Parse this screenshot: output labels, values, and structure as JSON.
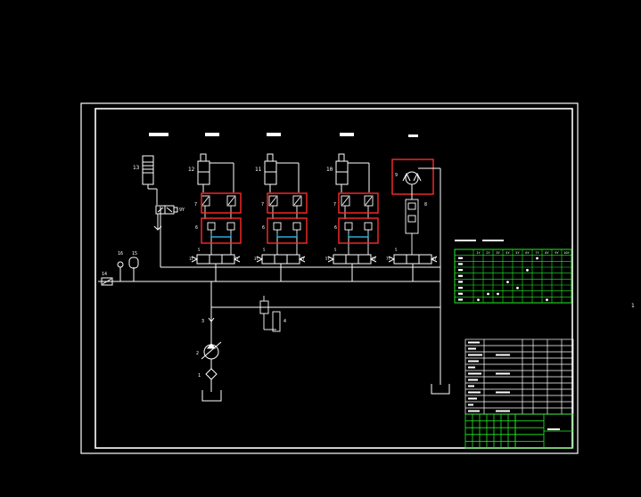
{
  "colors": {
    "background": "#000000",
    "line": "#ffffff",
    "highlight": "#ff2a2a",
    "table": "#22ee22",
    "flow": "#33ccff"
  },
  "labels": {
    "n1": "1",
    "n2": "2",
    "n3": "3",
    "n4": "4",
    "n5": "5",
    "n6": "6",
    "n7": "7",
    "n8": "8",
    "n9": "9",
    "n10": "10",
    "n11": "11",
    "n12": "12",
    "n13": "13",
    "n14": "14",
    "n15": "15",
    "n16": "16",
    "v1a": "1Y",
    "v1b": "2Y",
    "v2a": "3Y",
    "v2b": "4Y",
    "v3a": "5Y",
    "v3b": "6Y",
    "v4a": "7Y",
    "v4b": "8Y",
    "sol": "9Y",
    "edge": "1"
  },
  "sequence_table": {
    "header": [
      "",
      "1Y",
      "2Y",
      "3Y",
      "4Y",
      "5Y",
      "6Y",
      "7Y",
      "8Y",
      "9Y",
      "10Y"
    ],
    "marks": [
      [
        1,
        7
      ],
      [
        3,
        6
      ],
      [
        5,
        4
      ],
      [
        6,
        5
      ],
      [
        7,
        2
      ],
      [
        7,
        3
      ],
      [
        8,
        1
      ],
      [
        8,
        8
      ]
    ]
  }
}
